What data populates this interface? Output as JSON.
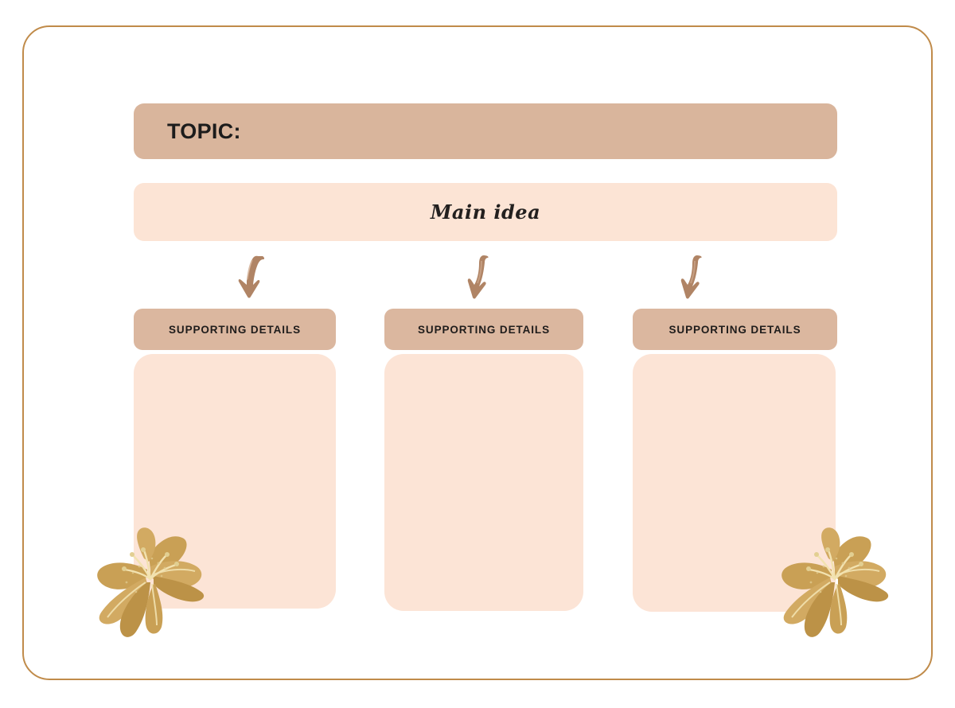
{
  "document": {
    "type": "graphic-organizer",
    "title": "Main Idea and Supporting Details Organizer"
  },
  "frame": {
    "border_color": "#C08B4A"
  },
  "topic": {
    "label": "TOPIC:",
    "value": "",
    "placeholder": "",
    "bar_color": "#D9B59C",
    "text_color": "#1c1c1c"
  },
  "main_idea": {
    "label": "Main idea",
    "value": "",
    "bar_color": "#FCE4D5",
    "text_color": "#23201f"
  },
  "columns": [
    {
      "header": "SUPPORTING DETAILS",
      "body_text": "",
      "header_color": "#DBB79F",
      "body_color": "#FCE4D6"
    },
    {
      "header": "SUPPORTING DETAILS",
      "body_text": "",
      "header_color": "#DBB79F",
      "body_color": "#FCE4D6"
    },
    {
      "header": "SUPPORTING DETAILS",
      "body_text": "",
      "header_color": "#DBB79F",
      "body_color": "#FCE4D6"
    }
  ],
  "arrows": [
    {
      "icon": "curved-down-arrow-icon",
      "color": "#B08465"
    },
    {
      "icon": "curved-down-arrow-icon",
      "color": "#B08465"
    },
    {
      "icon": "curved-down-arrow-icon",
      "color": "#B08465"
    }
  ],
  "decorations": [
    {
      "icon": "lily-flower-icon",
      "position": "bottom-left",
      "color": "#C9A055",
      "highlight_color": "#F2E2B0"
    },
    {
      "icon": "lily-flower-icon",
      "position": "bottom-right",
      "color": "#C9A055",
      "highlight_color": "#F2E2B0"
    }
  ]
}
